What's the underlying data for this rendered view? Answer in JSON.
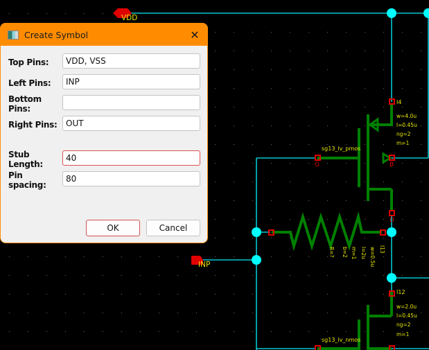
{
  "colors": {
    "background": "#000000",
    "grid_dot": "#6a6a6a",
    "wire": "#00c8d0",
    "junction": "#00ffff",
    "component": "#008000",
    "pin_marker": "#e00000",
    "label_text": "#e8e800",
    "dialog_accent": "#ff8c00"
  },
  "schematic": {
    "labels": {
      "vdd_pin": "VDD",
      "inp_pin": "INP"
    },
    "pmos": {
      "instance": "I4",
      "model": "sg13_lv_pmos",
      "params": [
        "w=4.0u",
        "l=0.45u",
        "ng=2",
        "m=1"
      ],
      "gate_pin": "G",
      "bulk_pin": "B",
      "drain_pin": "D"
    },
    "resistor": {
      "instance": "I13",
      "params": [
        "R=?",
        "b=2",
        "m=1",
        "l=2u",
        "w=0.5u"
      ]
    },
    "nmos": {
      "instance": "I12",
      "model": "sg13_lv_nmos",
      "params": [
        "w=2.0u",
        "l=0.45u",
        "ng=2",
        "m=1"
      ]
    }
  },
  "dialog": {
    "title": "Create Symbol",
    "fields": {
      "top_pins": {
        "label": "Top Pins:",
        "value": "VDD, VSS"
      },
      "left_pins": {
        "label": "Left Pins:",
        "value": "INP"
      },
      "bottom_pins": {
        "label": "Bottom Pins:",
        "value": ""
      },
      "right_pins": {
        "label": "Right Pins:",
        "value": "OUT"
      },
      "stub_length": {
        "label": "Stub Length:",
        "value": "40"
      },
      "pin_spacing": {
        "label": "Pin spacing:",
        "value": "80"
      }
    },
    "ok_label": "OK",
    "cancel_label": "Cancel"
  }
}
